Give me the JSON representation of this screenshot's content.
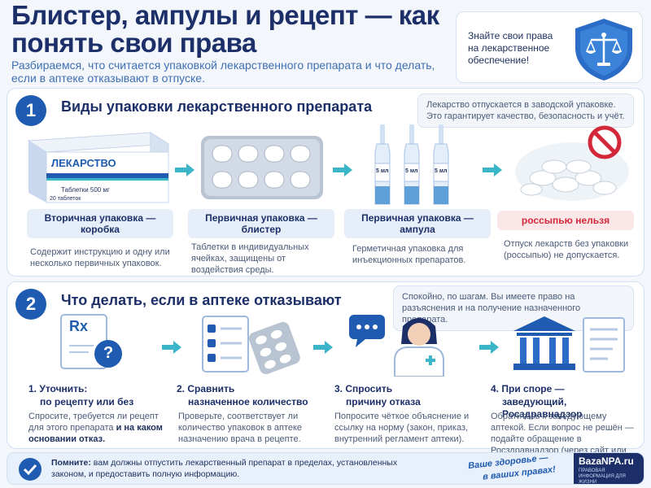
{
  "header": {
    "title": "Блистер, ампулы и рецепт — как понять свои права",
    "subtitle": "Разбираемся, что считается упаковкой лекарственного препарата и что делать, если в аптеке отказывают в отпуске.",
    "callout": "Знайте свои права на лекарственное обеспечение!"
  },
  "section1": {
    "number": "1",
    "title": "Виды упаковки лекарственного препарата",
    "note": "Лекарство отпускается в заводской упаковке. Это гарантирует качество, безопасность и учёт.",
    "box_brand": "ЛЕКАРСТВО",
    "box_line1": "Таблетки 500 мг",
    "box_line2": "20 таблеток",
    "ampoule_label": "5 мл",
    "items": [
      {
        "label": "Вторичная упаковка — коробка",
        "desc": "Содержит инструкцию и одну или несколько первичных упаковок."
      },
      {
        "label": "Первичная упаковка — блистер",
        "desc": "Таблетки в индивидуальных ячейках, защищены от воздействия среды."
      },
      {
        "label": "Первичная упаковка — ампула",
        "desc": "Герметичная упаковка для инъекционных препаратов."
      },
      {
        "label": "россыпью нельзя",
        "desc": "Отпуск лекарств без упаковки (россыпью) не допускается."
      }
    ]
  },
  "section2": {
    "number": "2",
    "title": "Что делать, если в аптеке отказывают",
    "note": "Спокойно, по шагам. Вы имеете право на разъяснения и на получение назначенного препарата.",
    "rx": "Rx",
    "steps": [
      {
        "num": "1.",
        "title": "Уточнить:",
        "title2": "по рецепту или без",
        "desc": "Спросите, требуется ли рецепт для этого препарата",
        "desc_bold": "и на каком основании отказ."
      },
      {
        "num": "2.",
        "title": "Сравнить",
        "title2": "назначенное количество",
        "desc": "Проверьте, соответствует ли количество упаковок в аптеке назначению врача в рецепте."
      },
      {
        "num": "3.",
        "title": "Спросить",
        "title2": "причину отказа",
        "desc": "Попросите чёткое объяснение и ссылку на норму (закон, приказ, внутренний регламент аптеки)."
      },
      {
        "num": "4.",
        "title": "При споре —",
        "title2": "заведующий, Росздравнадзор",
        "desc": "Обратитесь к заведующему аптекой. Если вопрос не решён — подайте обращение в Росздравнадзор (через сайт или письменное обращение)."
      }
    ]
  },
  "footer": {
    "label": "Помните:",
    "text": "вам должны отпустить лекарственный препарат в пределах, установленных законом, и предоставить полную информацию.",
    "slogan1": "Ваше здоровье —",
    "slogan2": "в ваших правах!",
    "brand": "BazaNPA.ru",
    "brand_tag": "ПРАВОВАЯ ИНФОРМАЦИЯ ДЛЯ ЖИЗНИ"
  },
  "colors": {
    "primary": "#1f5bb0",
    "navy": "#1c2f69",
    "accent_teal": "#3bb6c9",
    "danger": "#d3283a"
  }
}
